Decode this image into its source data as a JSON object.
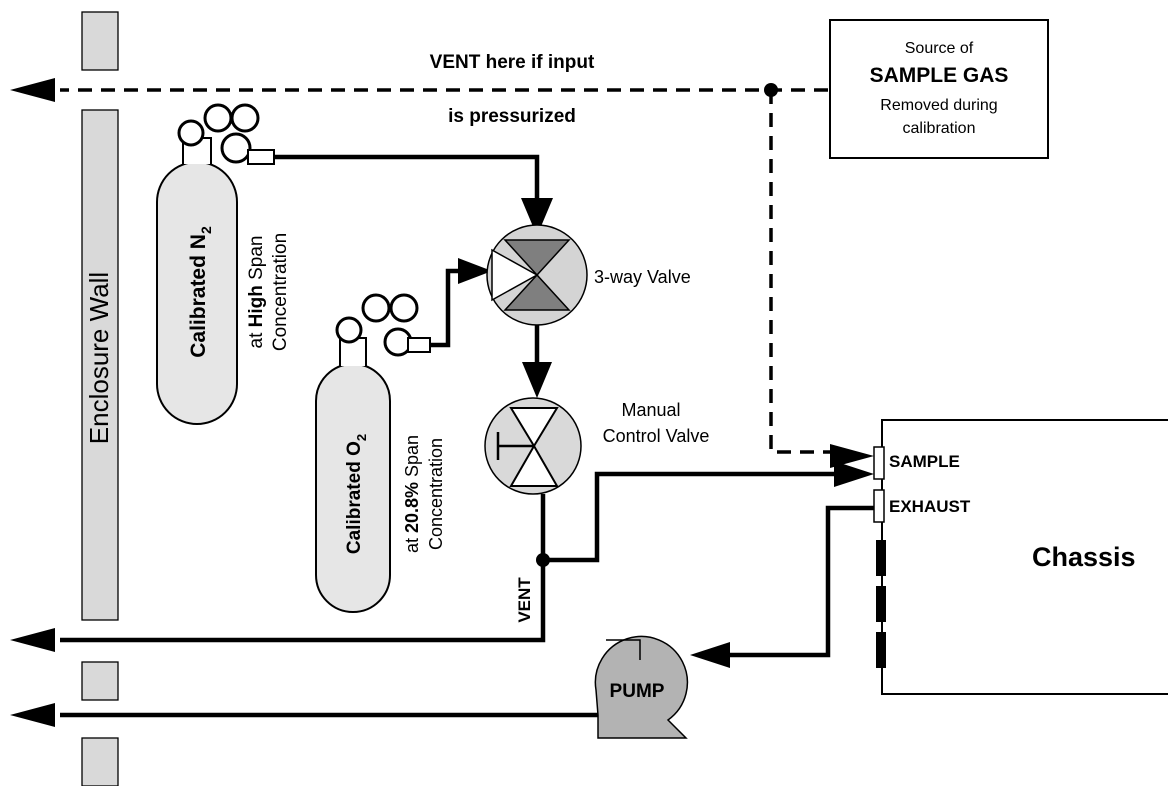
{
  "labels": {
    "vent_line1": "VENT here if input",
    "vent_line2": "is pressurized",
    "source_line1": "Source of",
    "source_line2": "SAMPLE GAS",
    "source_line3": "Removed during",
    "source_line4": "calibration",
    "wall": "Enclosure Wall",
    "n2_label_prefix": "Calibrated N",
    "n2_subscript": "2",
    "n2_at": "at ",
    "n2_at_bold": "High",
    "n2_span": " Span",
    "n2_concentration": "Concentration",
    "o2_label_prefix": "Calibrated O",
    "o2_subscript": "2",
    "o2_at": "at ",
    "o2_at_bold": "20.8%",
    "o2_span": " Span",
    "o2_concentration": "Concentration",
    "three_way_valve": "3-way Valve",
    "manual_line1": "Manual",
    "manual_line2": "Control Valve",
    "vent": "VENT",
    "sample": "SAMPLE",
    "exhaust": "EXHAUST",
    "chassis": "Chassis",
    "pump": "PUMP"
  },
  "colors": {
    "wall_fill": "#d9d9d9",
    "cylinder_fill": "#e6e6e6",
    "valve_fill": "#d4d4d4",
    "valve_dark": "#7f7f7f",
    "pump_fill": "#b3b3b3"
  }
}
